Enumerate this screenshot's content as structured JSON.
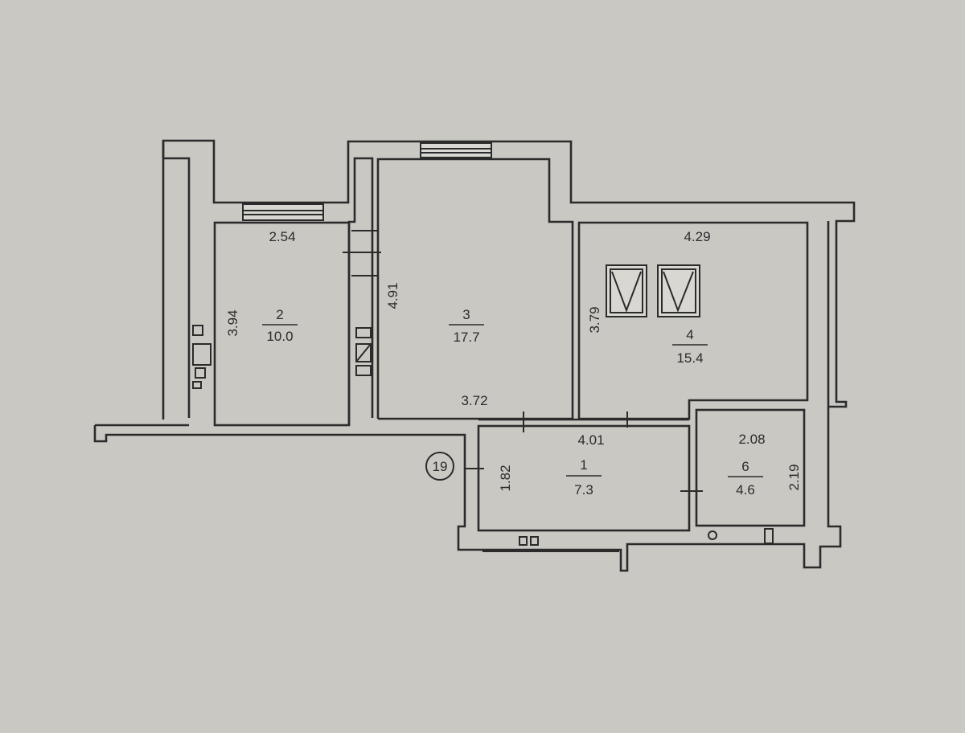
{
  "rooms": [
    {
      "number": "1",
      "area": "7.3"
    },
    {
      "number": "2",
      "area": "10.0"
    },
    {
      "number": "3",
      "area": "17.7"
    },
    {
      "number": "4",
      "area": "15.4"
    },
    {
      "number": "6",
      "area": "4.6"
    }
  ],
  "dimensions": {
    "room2_width": "2.54",
    "room2_height": "3.94",
    "room3_height": "4.91",
    "room3_width": "3.72",
    "room4_width": "4.29",
    "room4_height": "3.79",
    "room1_width": "4.01",
    "room1_height": "1.82",
    "room6_width": "2.08",
    "room6_height": "2.19"
  },
  "apartment_number": "19"
}
